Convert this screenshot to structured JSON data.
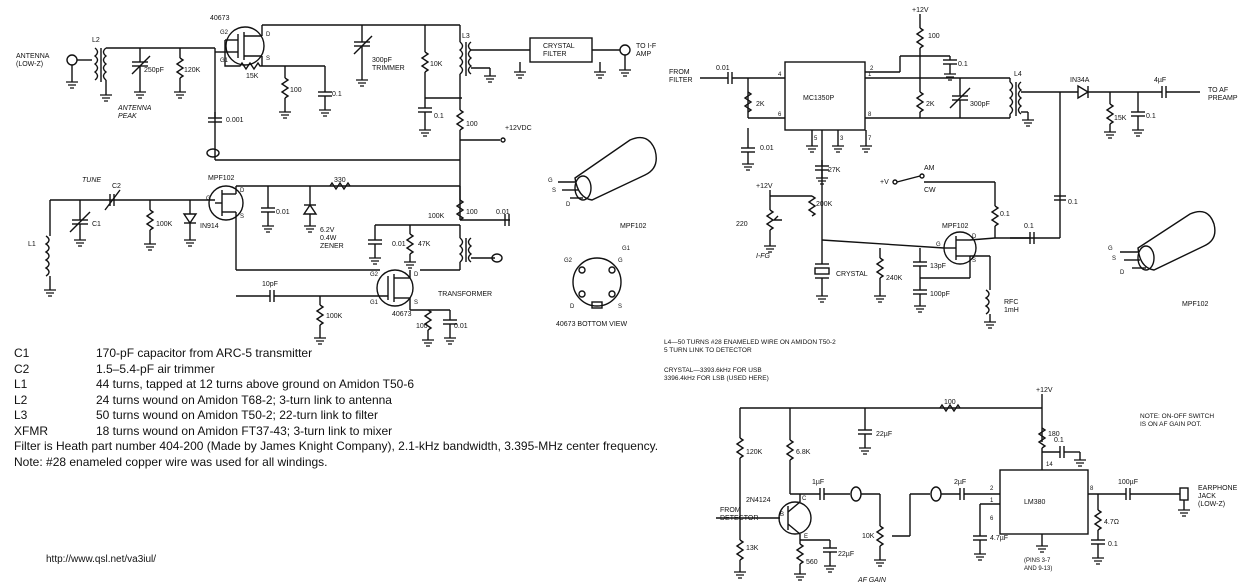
{
  "left_schematic": {
    "antenna_label": "ANTENNA\n(LOW-Z)",
    "antenna_peak": "ANTENNA\nPEAK",
    "tune": "TUNE",
    "q1_part": "40673",
    "q2_part": "MPF102",
    "q3_part": "40673",
    "to_if_amp": "TO I-F\nAMP",
    "crystal_filter": "CRYSTAL\nFILTER",
    "trimmer_300": "300pF\nTRIMMER",
    "vdc": "+12VDC",
    "zener": "6.2V\n0.4W\nZENER",
    "transformer": "TRANSFORMER",
    "bottom_view": "40673 BOTTOM VIEW",
    "mpf_view": "MPF102",
    "labels": [
      "L2",
      "250pF",
      "120K",
      "15K",
      "100",
      "0.1",
      "0.001",
      "L3",
      "10K",
      "0.1",
      "100",
      "C2",
      "C1",
      "100K",
      "IN914",
      "0.01",
      "330",
      "100K",
      "47K",
      "0.01",
      "100",
      "0.01",
      "10pF",
      "100K",
      "100",
      "0.01",
      "L1",
      "G2",
      "G1",
      "D",
      "S",
      "G",
      "S",
      "D",
      "G",
      "S",
      "D",
      "G2",
      "G1",
      "D",
      "S",
      "D",
      "S",
      "G",
      "G2",
      "G1"
    ]
  },
  "notes": [
    {
      "ref": "C1",
      "text": "170-pF capacitor from ARC-5 transmitter"
    },
    {
      "ref": "C2",
      "text": "1.5–5.4-pF air trimmer"
    },
    {
      "ref": "L1",
      "text": "44 turns, tapped at 12 turns above ground on Amidon T50-6"
    },
    {
      "ref": "L2",
      "text": "24 turns wound on Amidon T68-2; 3-turn link to antenna"
    },
    {
      "ref": "L3",
      "text": "50 turns wound on Amidon T50-2; 22-turn link to filter"
    },
    {
      "ref": "XFMR",
      "text": "18 turns wound on Amidon FT37-43; 3-turn link to mixer"
    }
  ],
  "filter_note": "Filter is Heath part number 404-200 (Made by James Knight Company), 2.1-kHz bandwidth, 3.395-MHz center frequency.",
  "wire_note": "Note:  #28 enameled copper wire was used for all windings.",
  "url": "http://www.qsl.net/va3iul/",
  "right_top": {
    "from_filter": "FROM\nFILTER",
    "ic": "MC1350P",
    "vcc": "+12V",
    "vcc2": "+12V",
    "to_preamp": "TO AF\nPREAMP",
    "diode": "IN34A",
    "am": "AM",
    "cw": "CW",
    "plus_v": "+V",
    "if_g": "I-FG",
    "crystal": "CRYSTAL",
    "rfc": "RFC\n1mH",
    "q": "MPF102",
    "mpf_view": "MPF102",
    "labels": [
      "0.01",
      "2K",
      "0.01",
      "100",
      "0.1",
      "L4",
      "2K",
      "300pF",
      "4µF",
      "15K",
      "0.1",
      "0.1",
      "27K",
      "200K",
      "220",
      "0.1",
      "0.1",
      "240K",
      "13pF",
      "100pF",
      "2",
      "1",
      "4",
      "6",
      "5",
      "3",
      "7",
      "8",
      "G",
      "D",
      "S",
      "G",
      "S",
      "D"
    ],
    "note1": "L4—50 TURNS #28 ENAMELED WIRE ON AMIDON T50-2\n5 TURN LINK TO DETECTOR",
    "note2": "CRYSTAL—3393.6kHz FOR USB\n3396.4kHz FOR LSB (USED HERE)"
  },
  "right_bottom": {
    "vcc": "+12V",
    "from_detector": "FROM\nDETECTOR",
    "q": "2N4124",
    "ic": "LM380",
    "earphone": "EARPHONE\nJACK\n(LOW-Z)",
    "af_gain": "AF GAIN",
    "pins": "(PINS 3-7\nAND 9-13)",
    "switch_note": "NOTE: ON-OFF SWITCH\nIS ON AF GAIN POT.",
    "labels": [
      "100",
      "120K",
      "6.8K",
      "22µF",
      "180",
      "0.1",
      "14",
      "1µF",
      "2µF",
      "100µF",
      "2",
      "1",
      "8",
      "6",
      "B",
      "C",
      "E",
      "13K",
      "560",
      "22µF",
      "10K",
      "4.7µF",
      "4.7Ω",
      "0.1"
    ]
  }
}
